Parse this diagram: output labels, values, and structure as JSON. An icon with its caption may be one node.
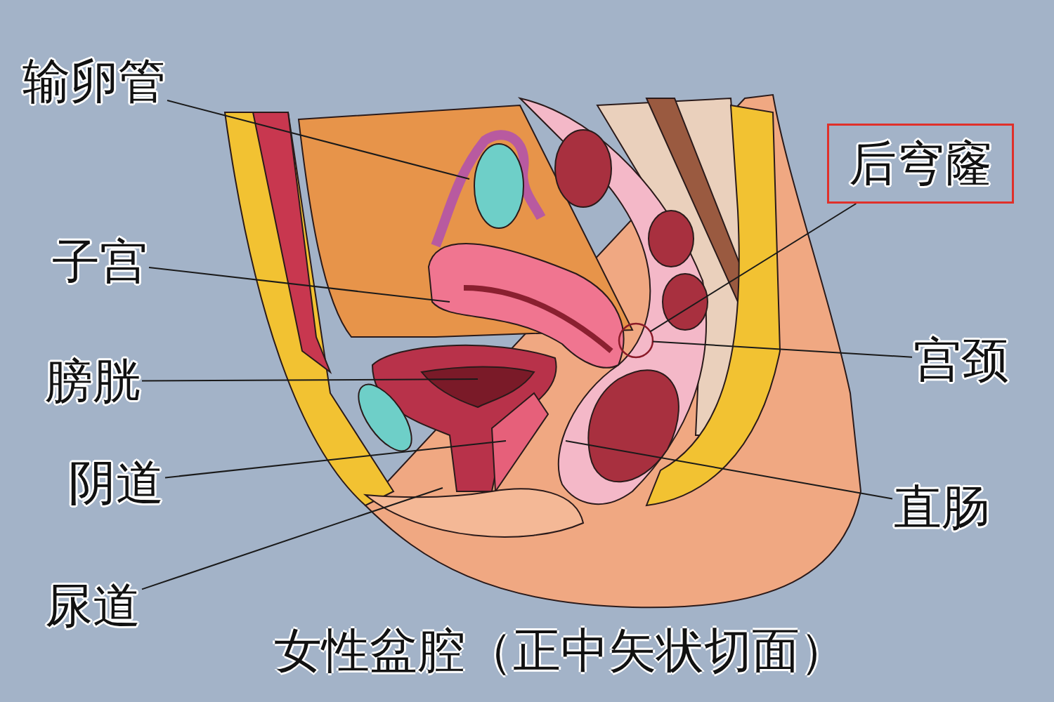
{
  "diagram": {
    "caption": "女性盆腔（正中矢状切面）",
    "nodes": [
      {
        "text": [
          "输卵管"
        ]
      },
      {
        "text": [
          "子宫"
        ]
      },
      {
        "text": [
          "膀胱"
        ]
      },
      {
        "text": [
          "阴道"
        ]
      },
      {
        "text": [
          "尿道"
        ]
      },
      {
        "text": [
          "后穹窿"
        ]
      },
      {
        "text": [
          "宫颈"
        ]
      },
      {
        "text": [
          "直肠"
        ]
      },
      {
        "text": [],
        "shape": "circle"
      }
    ],
    "edges": [
      {
        "from": 0,
        "to": null,
        "arrow": "none"
      },
      {
        "from": 1,
        "to": null,
        "arrow": "none"
      },
      {
        "from": 2,
        "to": null,
        "arrow": "none"
      },
      {
        "from": 3,
        "to": null,
        "arrow": "none"
      },
      {
        "from": 4,
        "to": null,
        "arrow": "none"
      },
      {
        "from": 5,
        "to": 8,
        "arrow": "none"
      },
      {
        "from": 6,
        "to": 8,
        "arrow": "none"
      },
      {
        "from": 7,
        "to": null,
        "arrow": "none"
      }
    ]
  }
}
